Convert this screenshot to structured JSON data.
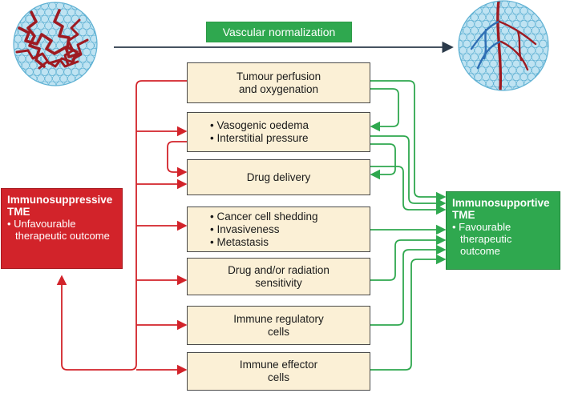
{
  "header": {
    "label": "Vascular normalization"
  },
  "boxes": [
    {
      "id": "perfusion",
      "lines": [
        "Tumour perfusion",
        "and oxygenation"
      ],
      "list": false,
      "left_arrow": "down",
      "right_arrow": "up"
    },
    {
      "id": "oedema",
      "lines": [
        "Vasogenic oedema",
        "Interstitial pressure"
      ],
      "list": true,
      "left_arrow": "up",
      "right_arrow": "down"
    },
    {
      "id": "drug",
      "lines": [
        "Drug delivery"
      ],
      "list": false,
      "left_arrow": "down",
      "right_arrow": "up"
    },
    {
      "id": "shedding",
      "lines": [
        "Cancer cell shedding",
        "Invasiveness",
        "Metastasis"
      ],
      "list": true,
      "left_arrow": "up",
      "right_arrow": "down"
    },
    {
      "id": "sensitivity",
      "lines": [
        "Drug and/or radiation",
        "sensitivity"
      ],
      "list": false,
      "left_arrow": "down",
      "right_arrow": "up"
    },
    {
      "id": "regulatory",
      "lines": [
        "Immune regulatory",
        "cells"
      ],
      "list": false,
      "left_arrow": "up",
      "right_arrow": "down"
    },
    {
      "id": "effector",
      "lines": [
        "Immune effector",
        "cells"
      ],
      "list": false,
      "left_arrow": "down",
      "right_arrow": "up"
    }
  ],
  "left_panel": {
    "title": [
      "Immunosuppressive",
      "TME"
    ],
    "bullet": "Unfavourable therapeutic outcome"
  },
  "right_panel": {
    "title": [
      "Immunosupportive",
      "TME"
    ],
    "bullet": "Favourable therapeutic outcome"
  },
  "colors": {
    "red": "#d2232a",
    "green": "#2fa84f",
    "box_fill": "#fbf0d6",
    "vessel": "#9e1b22",
    "cell_fill": "#bfe3f2",
    "cell_edge": "#5fb1d3"
  }
}
